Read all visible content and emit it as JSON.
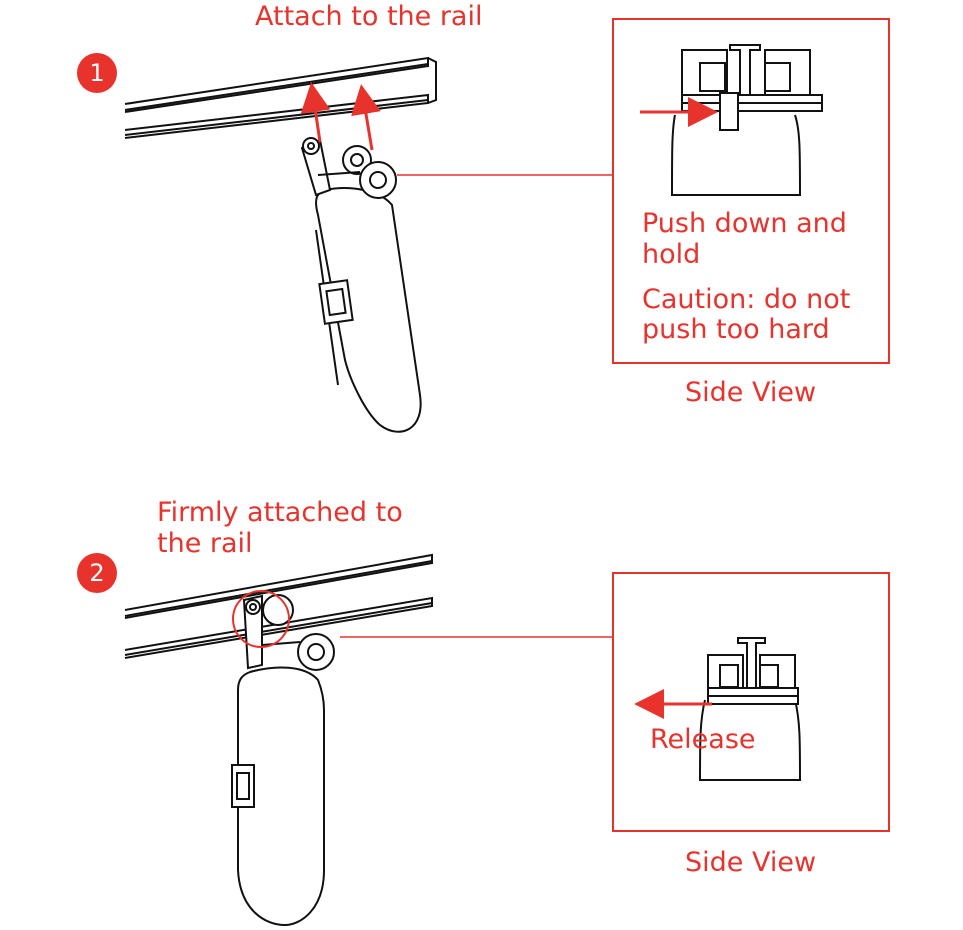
{
  "step1": {
    "number": "1",
    "title": "Attach to the rail",
    "detail_line1": "Push down and",
    "detail_line2": "hold",
    "caution_line1": "Caution: do not",
    "caution_line2": "push too hard",
    "view_label": "Side View"
  },
  "step2": {
    "number": "2",
    "title_line1": "Firmly attached to",
    "title_line2": "the rail",
    "detail": "Release",
    "view_label": "Side View"
  },
  "colors": {
    "accent": "#e8332d",
    "line": "#111111"
  }
}
